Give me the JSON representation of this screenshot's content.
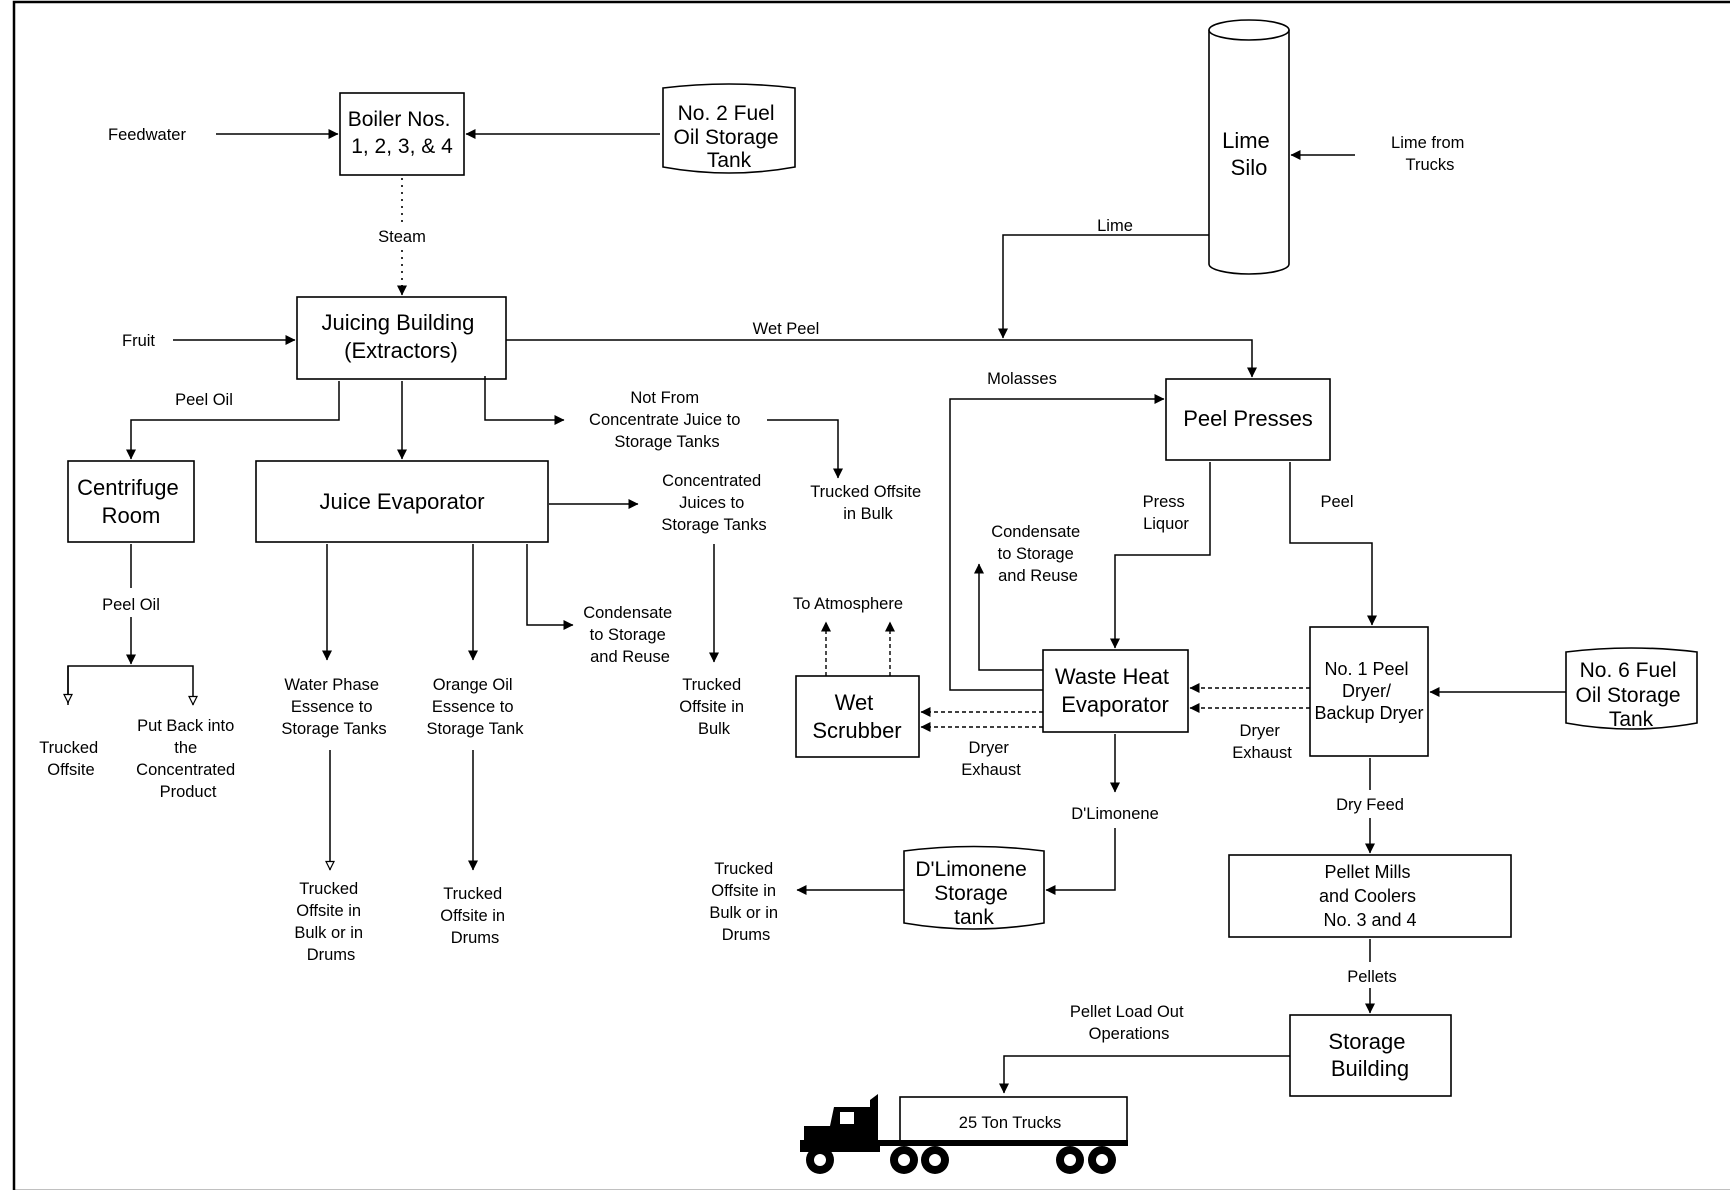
{
  "diagram": {
    "boiler": [
      "Boiler Nos.",
      "1, 2, 3, & 4"
    ],
    "fuel_tank_2": [
      "No. 2 Fuel",
      "Oil Storage",
      "Tank"
    ],
    "feedwater": "Feedwater",
    "steam": "Steam",
    "lime_silo": [
      "Lime",
      "Silo"
    ],
    "lime_from_trucks": [
      "Lime from",
      "Trucks"
    ],
    "lime": "Lime",
    "fruit": "Fruit",
    "juicing_building": [
      "Juicing Building",
      "(Extractors)"
    ],
    "wet_peel": "Wet Peel",
    "molasses": "Molasses",
    "peel_presses": "Peel Presses",
    "peel_oil_1": "Peel Oil",
    "centrifuge_room": [
      "Centrifuge",
      "Room"
    ],
    "nfc_juice": [
      "Not From",
      "Concentrate Juice to",
      "Storage Tanks"
    ],
    "trucked_offsite_bulk_1": [
      "Trucked Offsite",
      "in Bulk"
    ],
    "juice_evaporator": "Juice Evaporator",
    "concentrated_juices": [
      "Concentrated",
      "Juices to",
      "Storage Tanks"
    ],
    "press_liquor": [
      "Press",
      "Liquor"
    ],
    "peel": "Peel",
    "condensate_1": [
      "Condensate",
      "to Storage",
      "and Reuse"
    ],
    "to_atmosphere": "To Atmosphere",
    "peel_oil_2": "Peel Oil",
    "condensate_2": [
      "Condensate",
      "to Storage",
      "and Reuse"
    ],
    "wet_scrubber": [
      "Wet",
      "Scrubber"
    ],
    "waste_heat_evaporator": [
      "Waste Heat",
      "Evaporator"
    ],
    "peel_dryer": [
      "No. 1 Peel",
      "Dryer/",
      "Backup Dryer"
    ],
    "fuel_tank_6": [
      "No. 6 Fuel",
      "Oil Storage",
      "Tank"
    ],
    "water_phase": [
      "Water Phase",
      "Essence to",
      "Storage Tanks"
    ],
    "orange_oil": [
      "Orange Oil",
      "Essence to",
      "Storage Tank"
    ],
    "trucked_offsite_bulk_2": [
      "Trucked",
      "Offsite in",
      "Bulk"
    ],
    "trucked_offsite": [
      "Trucked",
      "Offsite"
    ],
    "put_back": [
      "Put Back into",
      "the",
      "Concentrated",
      "Product"
    ],
    "dryer_exhaust_1": [
      "Dryer",
      "Exhaust"
    ],
    "dryer_exhaust_2": [
      "Dryer",
      "Exhaust"
    ],
    "d_limonene": "D'Limonene",
    "dry_feed": "Dry Feed",
    "trucked_bulk_drums_1": [
      "Trucked",
      "Offsite in",
      "Bulk or in",
      "Drums"
    ],
    "trucked_drums": [
      "Trucked",
      "Offsite in",
      "Drums"
    ],
    "trucked_bulk_drums_2": [
      "Trucked",
      "Offsite in",
      "Bulk or in",
      "Drums"
    ],
    "d_limonene_tank": [
      "D'Limonene",
      "Storage",
      "tank"
    ],
    "pellet_mills": [
      "Pellet Mills",
      "and Coolers",
      "No. 3 and 4"
    ],
    "pellets": "Pellets",
    "pellet_load_out": [
      "Pellet Load Out",
      "Operations"
    ],
    "storage_building": [
      "Storage",
      "Building"
    ],
    "trucks": "25 Ton Trucks"
  }
}
